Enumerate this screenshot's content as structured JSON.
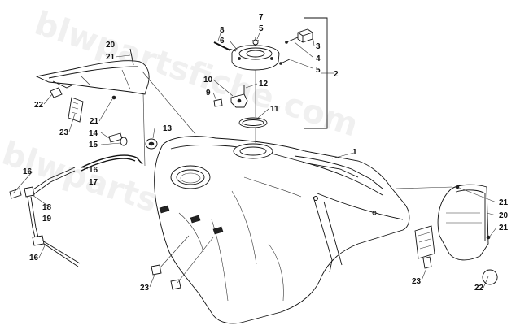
{
  "watermark": "blwpartsfiche.com",
  "labels": {
    "l1": "1",
    "l2": "2",
    "l3": "3",
    "l4": "4",
    "l5a": "5",
    "l5b": "5",
    "l6": "6",
    "l7": "7",
    "l8": "8",
    "l9": "9",
    "l10": "10",
    "l11": "11",
    "l12": "12",
    "l13": "13",
    "l14": "14",
    "l15": "15",
    "l16a": "16",
    "l16b": "16",
    "l16c": "16",
    "l17": "17",
    "l18": "18",
    "l19": "19",
    "l20a": "20",
    "l20b": "20",
    "l21a": "21",
    "l21b": "21",
    "l21c": "21",
    "l21d": "21",
    "l22a": "22",
    "l22b": "22",
    "l23a": "23",
    "l23b": "23",
    "l23c": "23"
  }
}
